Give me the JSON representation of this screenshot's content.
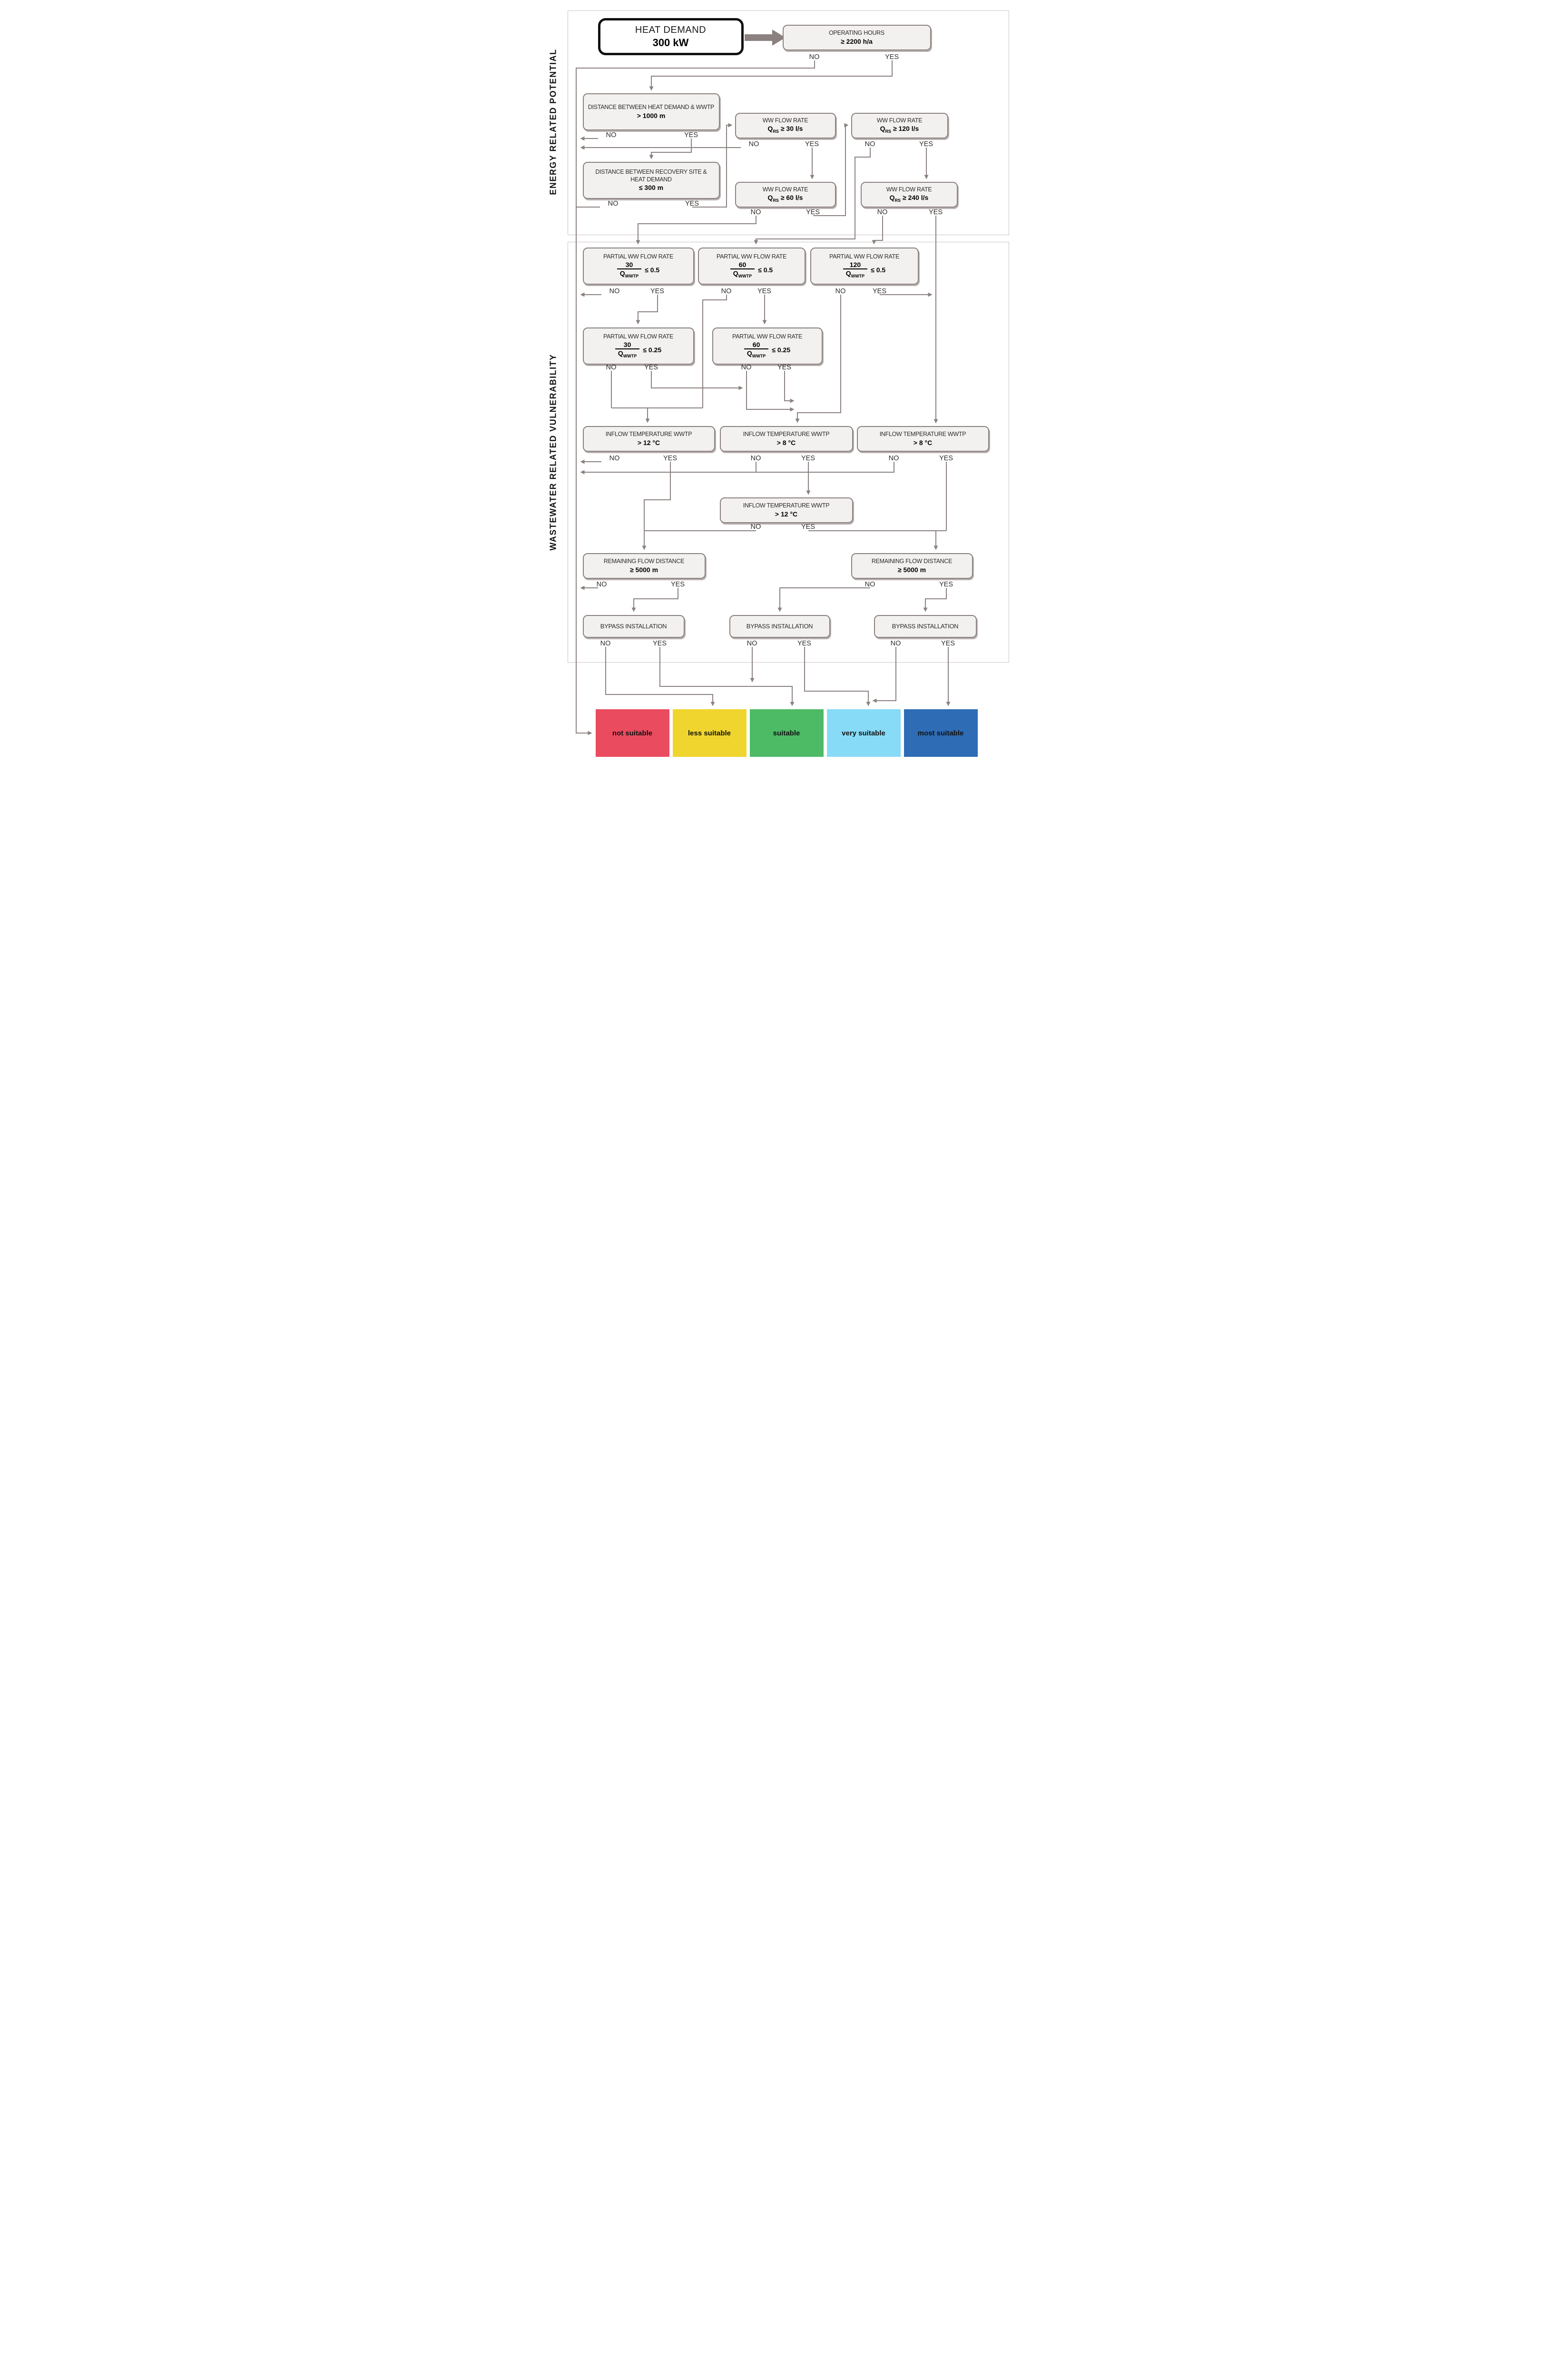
{
  "sections": {
    "energy": {
      "label": "ENERGY RELATED POTENTIAL"
    },
    "wastewater": {
      "label": "WASTEWATER RELATED VULNERABILITY"
    }
  },
  "labels": {
    "no": "NO",
    "yes": "YES",
    "q": "Q",
    "rs_sub": "RS",
    "wwtp_sub": "WWTP"
  },
  "nodes": {
    "heat_demand": {
      "title": "HEAT DEMAND",
      "value": "300 kW"
    },
    "operating_hours": {
      "title": "OPERATING HOURS",
      "value": "≥ 2200 h/a"
    },
    "distance_wwtp": {
      "title": "DISTANCE BETWEEN HEAT DEMAND & WWTP",
      "value": "> 1000 m"
    },
    "distance_recovery": {
      "title": "DISTANCE BETWEEN RECOVERY SITE & HEAT DEMAND",
      "value": "≤ 300 m"
    },
    "ww30": {
      "title": "WW FLOW RATE",
      "value": "≥ 30 l/s"
    },
    "ww120": {
      "title": "WW FLOW RATE",
      "value": "≥ 120 l/s"
    },
    "ww60": {
      "title": "WW FLOW RATE",
      "value": "≥ 60 l/s"
    },
    "ww240": {
      "title": "WW FLOW RATE",
      "value": "≥ 240 l/s"
    },
    "partial30_05": {
      "title": "PARTIAL WW FLOW RATE",
      "numerator": "30",
      "comparison": "≤ 0.5"
    },
    "partial60_05": {
      "title": "PARTIAL WW FLOW RATE",
      "numerator": "60",
      "comparison": "≤ 0.5"
    },
    "partial120_05": {
      "title": "PARTIAL WW FLOW RATE",
      "numerator": "120",
      "comparison": "≤ 0.5"
    },
    "partial30_025": {
      "title": "PARTIAL WW FLOW RATE",
      "numerator": "30",
      "comparison": "≤ 0.25"
    },
    "partial60_025": {
      "title": "PARTIAL WW FLOW RATE",
      "numerator": "60",
      "comparison": "≤ 0.25"
    },
    "inflow12_left": {
      "title": "INFLOW TEMPERATURE WWTP",
      "value": "> 12 °C"
    },
    "inflow8_mid": {
      "title": "INFLOW TEMPERATURE WWTP",
      "value": "> 8 °C"
    },
    "inflow8_right": {
      "title": "INFLOW TEMPERATURE WWTP",
      "value": "> 8 °C"
    },
    "inflow12_mid": {
      "title": "INFLOW TEMPERATURE WWTP",
      "value": "> 12 °C"
    },
    "remaining_left": {
      "title": "REMAINING  FLOW DISTANCE",
      "value": "≥ 5000 m"
    },
    "remaining_right": {
      "title": "REMAINING  FLOW DISTANCE",
      "value": "≥ 5000 m"
    },
    "bypass_left": {
      "title": "BYPASS INSTALLATION"
    },
    "bypass_mid": {
      "title": "BYPASS INSTALLATION"
    },
    "bypass_right": {
      "title": "BYPASS INSTALLATION"
    }
  },
  "results": [
    {
      "label": "not suitable",
      "color": "#EA4B5F"
    },
    {
      "label": "less suitable",
      "color": "#F1D52F"
    },
    {
      "label": "suitable",
      "color": "#4DBA66"
    },
    {
      "label": "very suitable",
      "color": "#87DBF7"
    },
    {
      "label": "most suitable",
      "color": "#2E6CB5"
    }
  ]
}
